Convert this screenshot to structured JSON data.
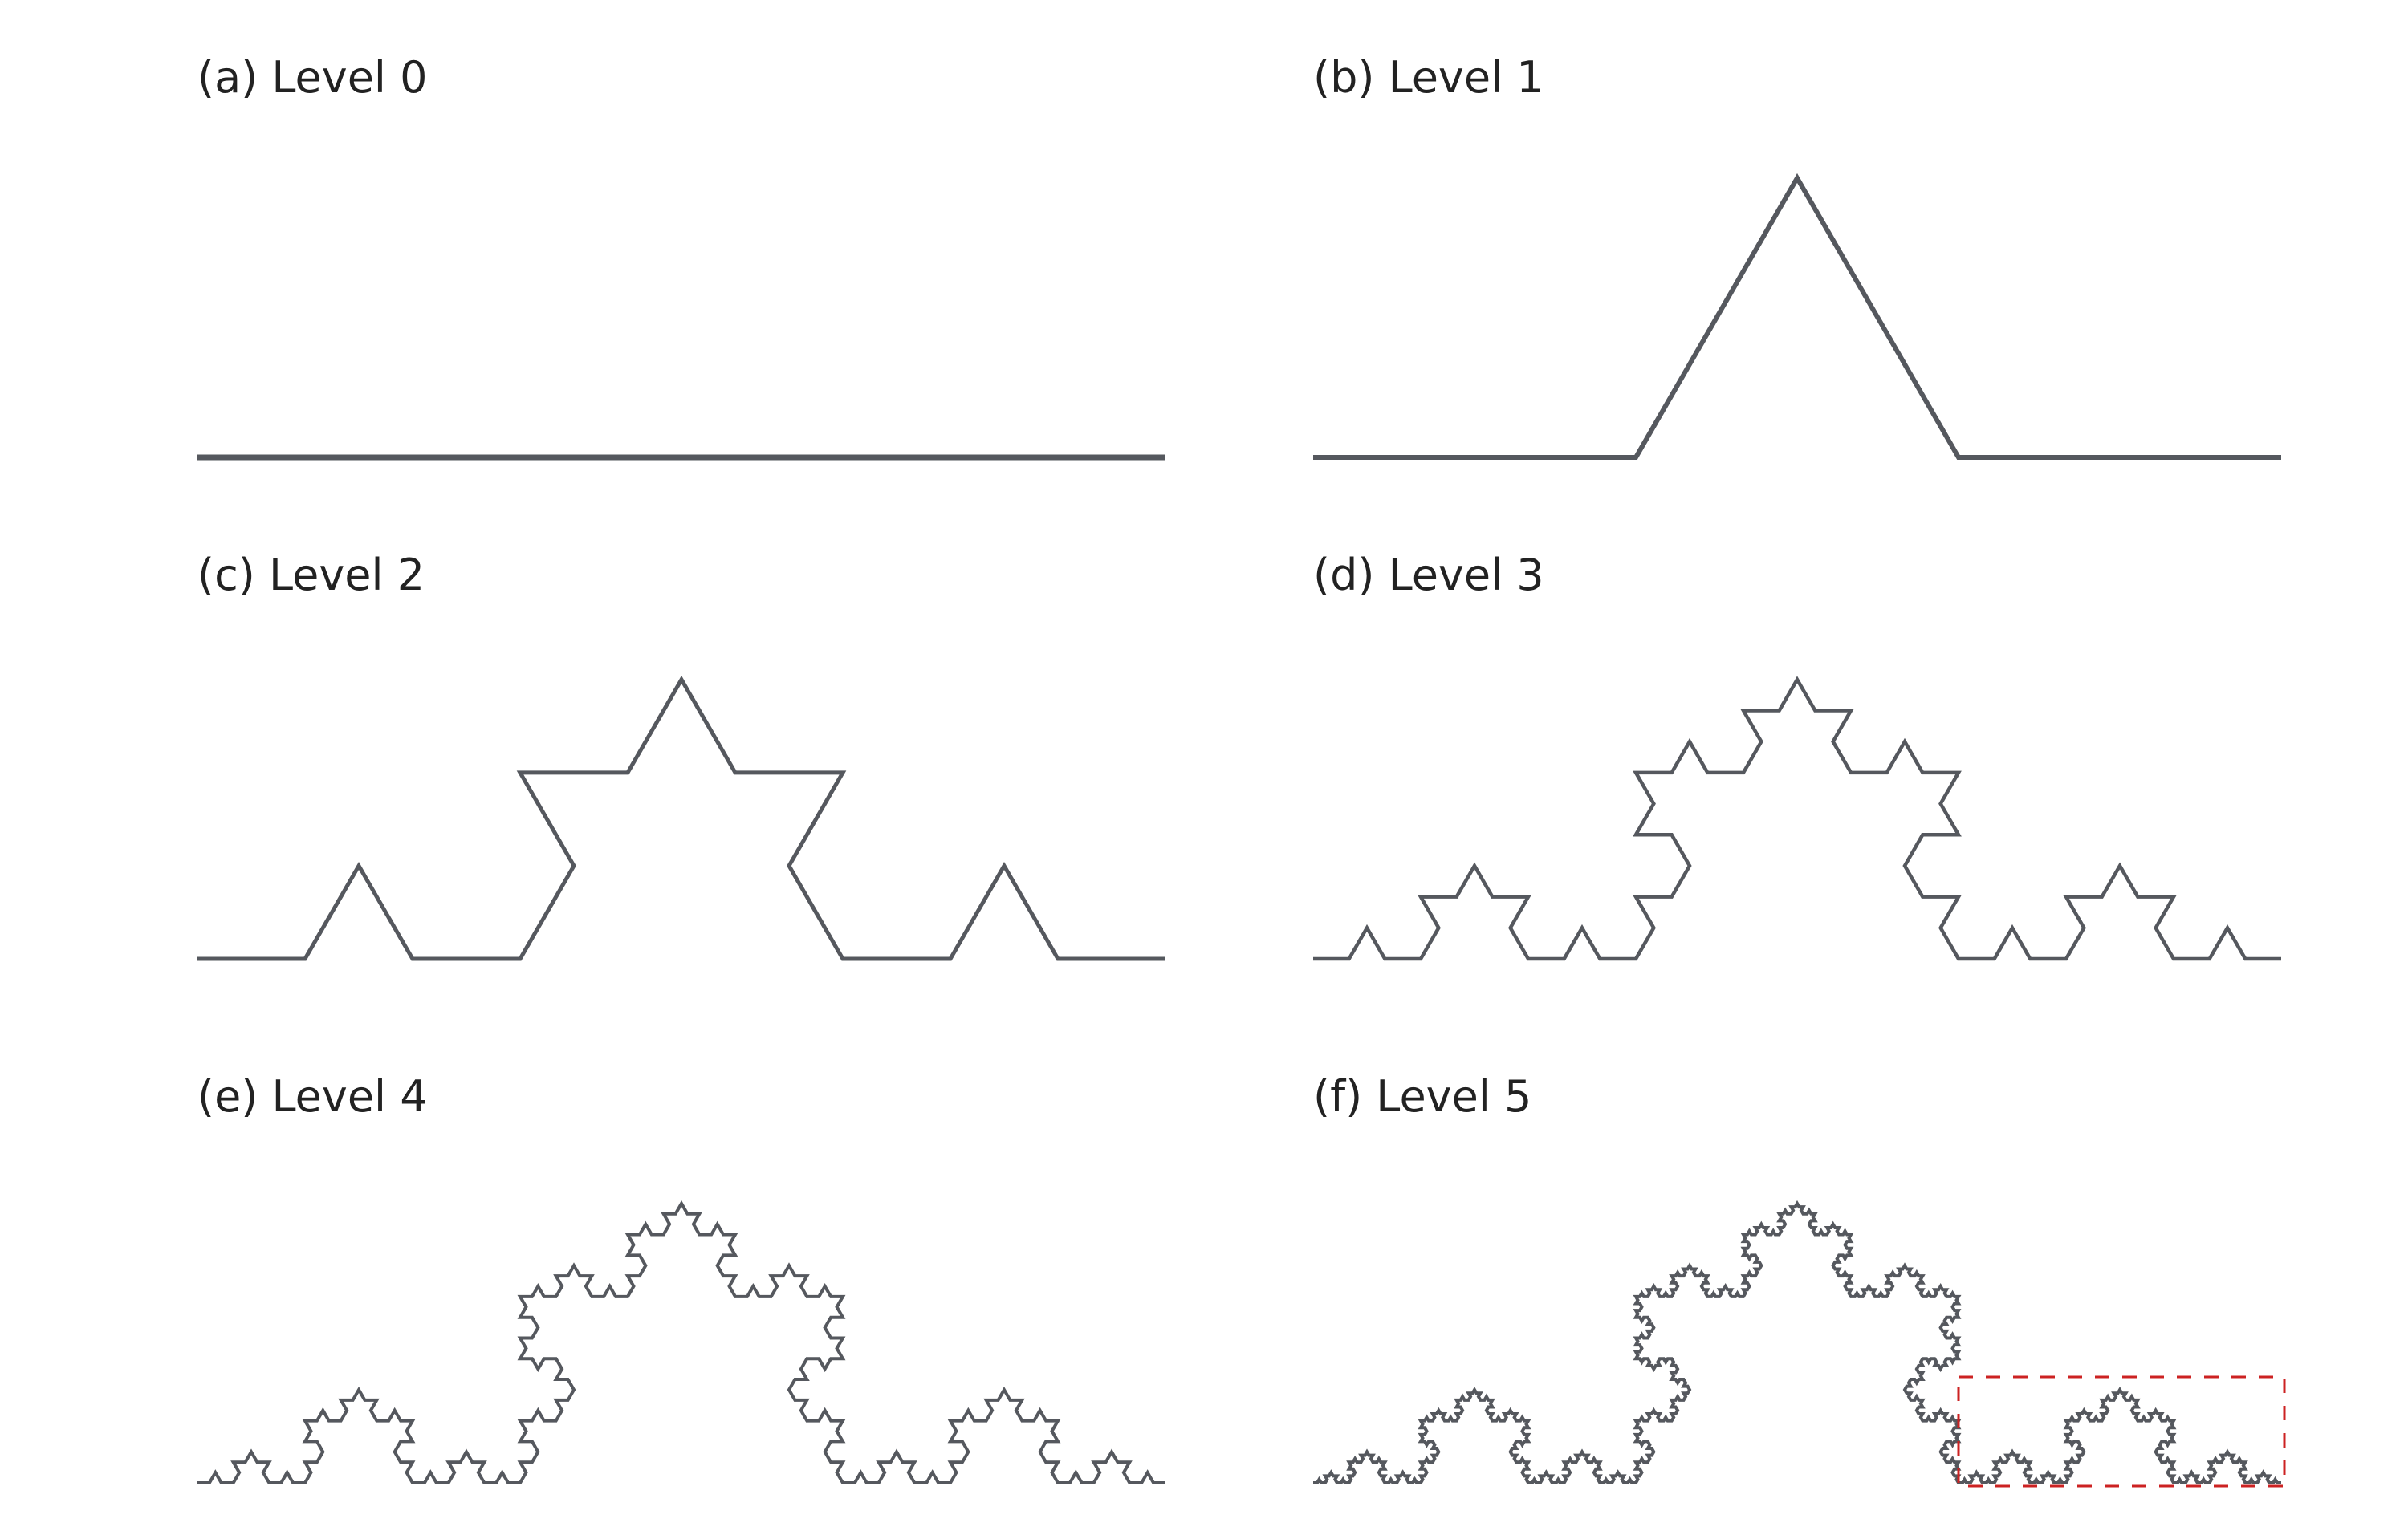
{
  "figure": {
    "panels": [
      {
        "id": "a",
        "label": "(a) Level 0",
        "level": 0
      },
      {
        "id": "b",
        "label": "(b) Level 1",
        "level": 1
      },
      {
        "id": "c",
        "label": "(c) Level 2",
        "level": 2
      },
      {
        "id": "d",
        "label": "(d) Level 3",
        "level": 3
      },
      {
        "id": "e",
        "label": "(e) Level 4",
        "level": 4
      },
      {
        "id": "f",
        "label": "(f) Level 5",
        "level": 5,
        "highlight": true
      }
    ],
    "colors": {
      "curve": "#55585e",
      "highlight_box": "#cc2222",
      "label": "#222222"
    }
  }
}
